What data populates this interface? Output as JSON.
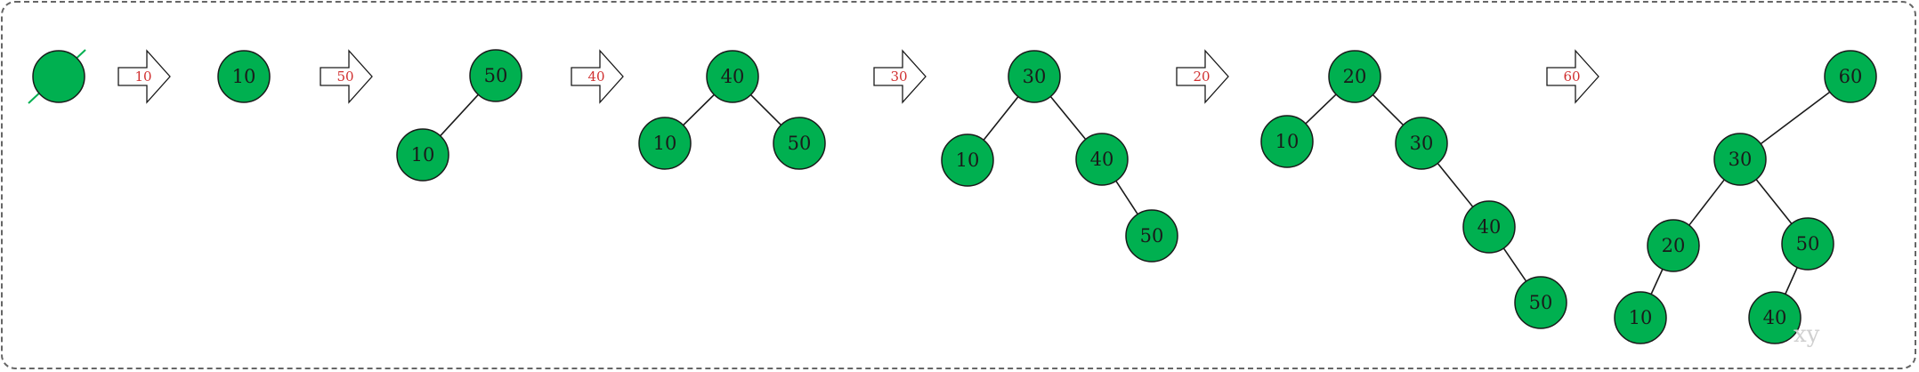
{
  "colors": {
    "node_fill": "#00b050",
    "node_stroke": "#1a1a1a",
    "edge": "#1a1a1a",
    "arrow_label": "#d03030",
    "empty_slash": "#00b050",
    "frame": "#666666"
  },
  "steps": [
    {
      "id": "empty",
      "nodes": [],
      "edges": []
    },
    {
      "id": "step-10",
      "insert_label": "10",
      "nodes": [
        {
          "key": "10",
          "value": "10"
        }
      ],
      "edges": []
    },
    {
      "id": "step-50",
      "insert_label": "50",
      "nodes": [
        {
          "key": "50",
          "value": "50"
        },
        {
          "key": "10",
          "value": "10"
        }
      ],
      "edges": [
        [
          "50",
          "10"
        ]
      ]
    },
    {
      "id": "step-40",
      "insert_label": "40",
      "nodes": [
        {
          "key": "40",
          "value": "40"
        },
        {
          "key": "10",
          "value": "10"
        },
        {
          "key": "50",
          "value": "50"
        }
      ],
      "edges": [
        [
          "40",
          "10"
        ],
        [
          "40",
          "50"
        ]
      ]
    },
    {
      "id": "step-30",
      "insert_label": "30",
      "nodes": [
        {
          "key": "30",
          "value": "30"
        },
        {
          "key": "10",
          "value": "10"
        },
        {
          "key": "40",
          "value": "40"
        },
        {
          "key": "50",
          "value": "50"
        }
      ],
      "edges": [
        [
          "30",
          "10"
        ],
        [
          "30",
          "40"
        ],
        [
          "40",
          "50"
        ]
      ]
    },
    {
      "id": "step-20",
      "insert_label": "20",
      "nodes": [
        {
          "key": "20",
          "value": "20"
        },
        {
          "key": "10",
          "value": "10"
        },
        {
          "key": "30",
          "value": "30"
        },
        {
          "key": "40",
          "value": "40"
        },
        {
          "key": "50",
          "value": "50"
        }
      ],
      "edges": [
        [
          "20",
          "10"
        ],
        [
          "20",
          "30"
        ],
        [
          "30",
          "40"
        ],
        [
          "40",
          "50"
        ]
      ]
    },
    {
      "id": "step-60",
      "insert_label": "60",
      "nodes": [
        {
          "key": "60",
          "value": "60"
        },
        {
          "key": "30",
          "value": "30"
        },
        {
          "key": "20",
          "value": "20"
        },
        {
          "key": "50",
          "value": "50"
        },
        {
          "key": "10",
          "value": "10"
        },
        {
          "key": "40",
          "value": "40"
        }
      ],
      "edges": [
        [
          "60",
          "30"
        ],
        [
          "30",
          "20"
        ],
        [
          "30",
          "50"
        ],
        [
          "20",
          "10"
        ],
        [
          "50",
          "40"
        ]
      ]
    }
  ],
  "watermark": "xy"
}
